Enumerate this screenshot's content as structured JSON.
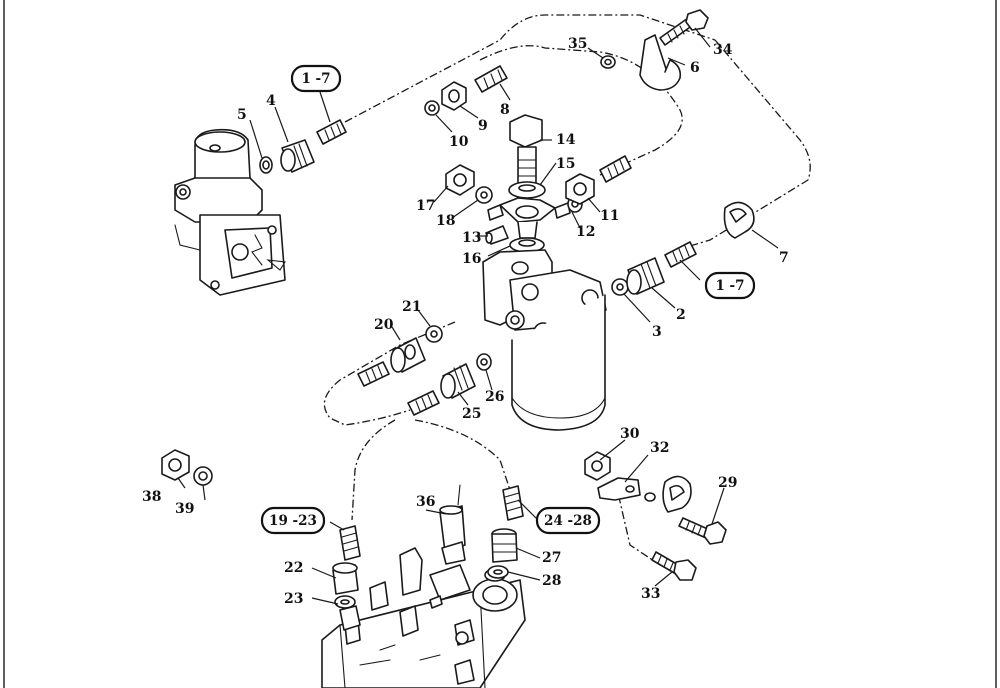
{
  "diagram": {
    "callouts": {
      "c2": "2",
      "c3": "3",
      "c4": "4",
      "c5": "5",
      "c6": "6",
      "c7": "7",
      "c8": "8",
      "c9": "9",
      "c10": "10",
      "c11": "11",
      "c12": "12",
      "c13": "13",
      "c14": "14",
      "c15": "15",
      "c16": "16",
      "c17": "17",
      "c18": "18",
      "c20": "20",
      "c21": "21",
      "c22": "22",
      "c23": "23",
      "c25": "25",
      "c26": "26",
      "c27": "27",
      "c28": "28",
      "c29": "29",
      "c30": "30",
      "c32": "32",
      "c33": "33",
      "c34": "34",
      "c35": "35",
      "c36": "36",
      "c38": "38",
      "c39": "39"
    },
    "references": {
      "r1": "1 -7",
      "r2": "1 -7",
      "r3": "19 -23",
      "r4": "24 -28"
    }
  }
}
